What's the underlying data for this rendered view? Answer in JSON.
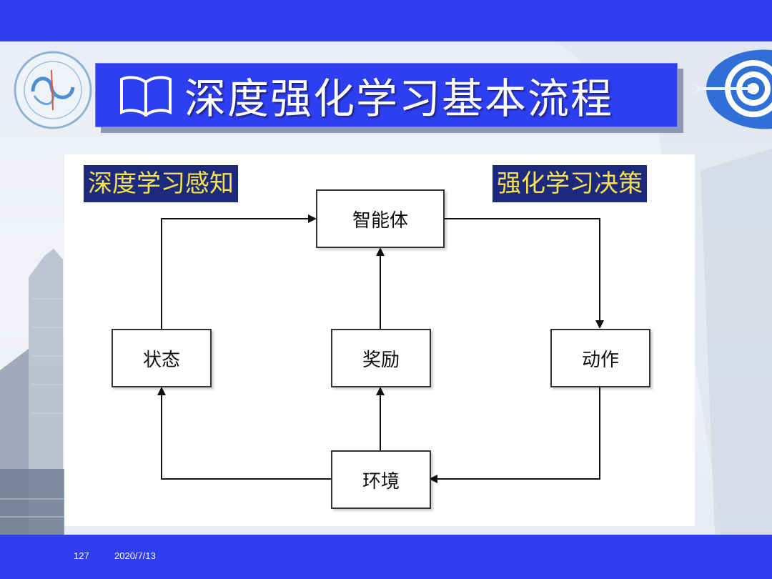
{
  "slide": {
    "title": "深度强化学习基本流程",
    "page_number": "127",
    "date": "2020/7/13"
  },
  "labels": {
    "left": "深度学习感知",
    "right": "强化学习决策"
  },
  "nodes": {
    "agent": "智能体",
    "state": "状态",
    "reward": "奖励",
    "action": "动作",
    "environment": "环境"
  },
  "icons": {
    "title": "book-icon",
    "logo": "school-logo-icon",
    "corner": "target-arrow-icon"
  },
  "colors": {
    "band": "#2f3ff0",
    "label_bg": "#1c2a7d",
    "label_text": "#f7e04f"
  }
}
